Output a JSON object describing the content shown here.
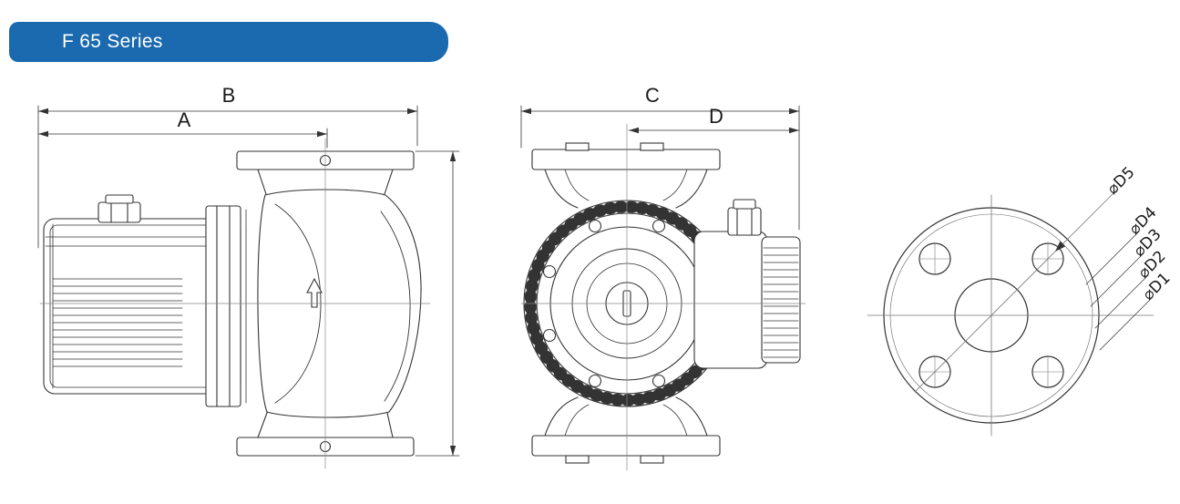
{
  "header": {
    "series_label": "F 65 Series",
    "banner_color": "#1b69ae"
  },
  "drawing": {
    "line_color": "#333333",
    "centerline_color": "#888888"
  },
  "side_view": {
    "dim_b": "B",
    "dim_a": "A"
  },
  "front_view": {
    "dim_c": "C",
    "dim_d": "D"
  },
  "flange_view": {
    "dim_labels": [
      "⌀D5",
      "⌀D4",
      "⌀D3",
      "⌀D2",
      "⌀D1"
    ]
  }
}
